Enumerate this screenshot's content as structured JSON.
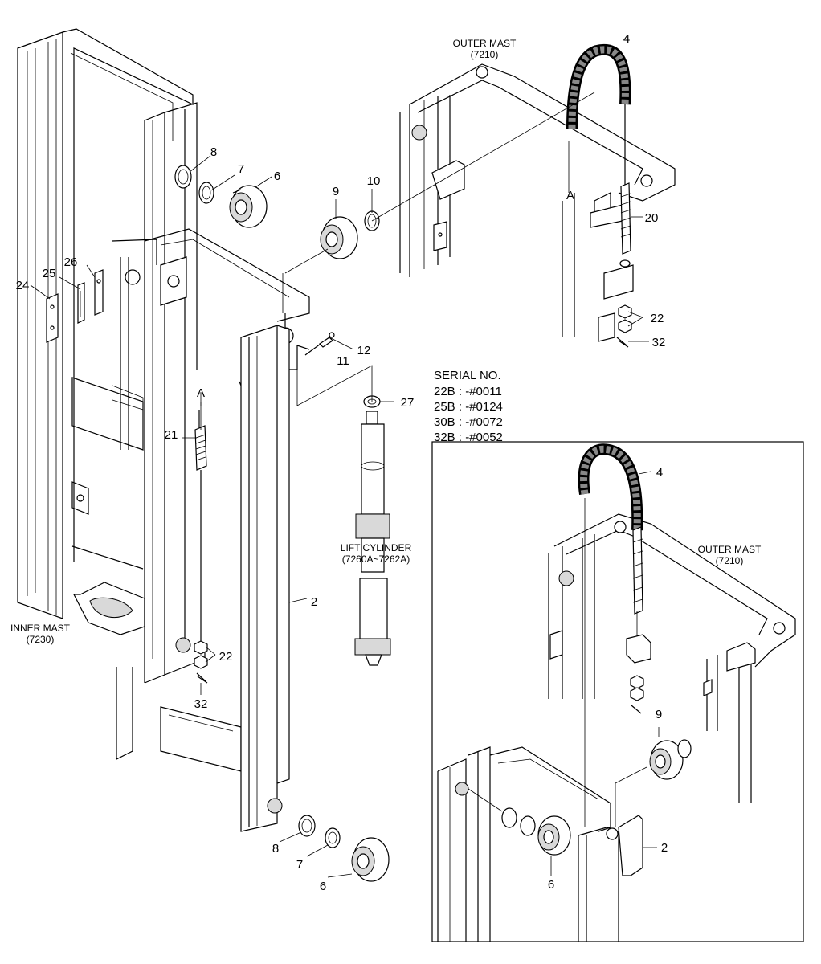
{
  "labels": {
    "outer_mast_top": "OUTER MAST",
    "outer_mast_top_code": "(7210)",
    "outer_mast_inset": "OUTER MAST",
    "outer_mast_inset_code": "(7210)",
    "inner_mast": "INNER MAST",
    "inner_mast_code": "(7230)",
    "lift_cylinder": "LIFT CYLINDER",
    "lift_cylinder_code": "(7260A~7262A)"
  },
  "serial": {
    "title": "SERIAL NO.",
    "lines": [
      "22B : -#0011",
      "25B : -#0124",
      "30B : -#0072",
      "32B : -#0052"
    ]
  },
  "callouts": {
    "p4_top": "4",
    "pA_top": "A",
    "p20": "20",
    "p22_top": "22",
    "p32_top": "32",
    "p8_top": "8",
    "p7_top": "7",
    "p6_top": "6",
    "p9_top": "9",
    "p10": "10",
    "p26": "26",
    "p25": "25",
    "p24": "24",
    "p12": "12",
    "p11": "11",
    "p27": "27",
    "pA_left": "A",
    "p21": "21",
    "p2_main": "2",
    "p22_left": "22",
    "p32_left": "32",
    "p8_bot": "8",
    "p7_bot": "7",
    "p6_bot": "6",
    "p4_inset": "4",
    "p9_inset": "9",
    "p2_inset": "2",
    "p6_inset": "6"
  }
}
